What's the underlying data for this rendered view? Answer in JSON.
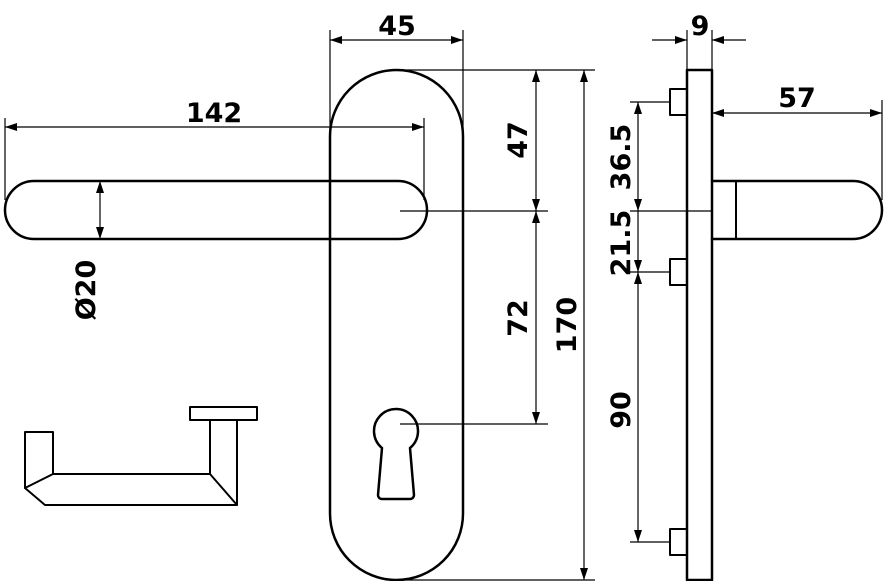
{
  "diagram": {
    "dimensions": {
      "lever_length": "142",
      "lever_diameter": "Ø20",
      "plate_width": "45",
      "plate_height": "170",
      "top_to_lever": "47",
      "lever_to_keyhole": "72",
      "thickness": "9",
      "projection": "57",
      "screw_offset_top": "36.5",
      "screw_offset_mid": "21.5",
      "screw_spacing": "90"
    }
  }
}
